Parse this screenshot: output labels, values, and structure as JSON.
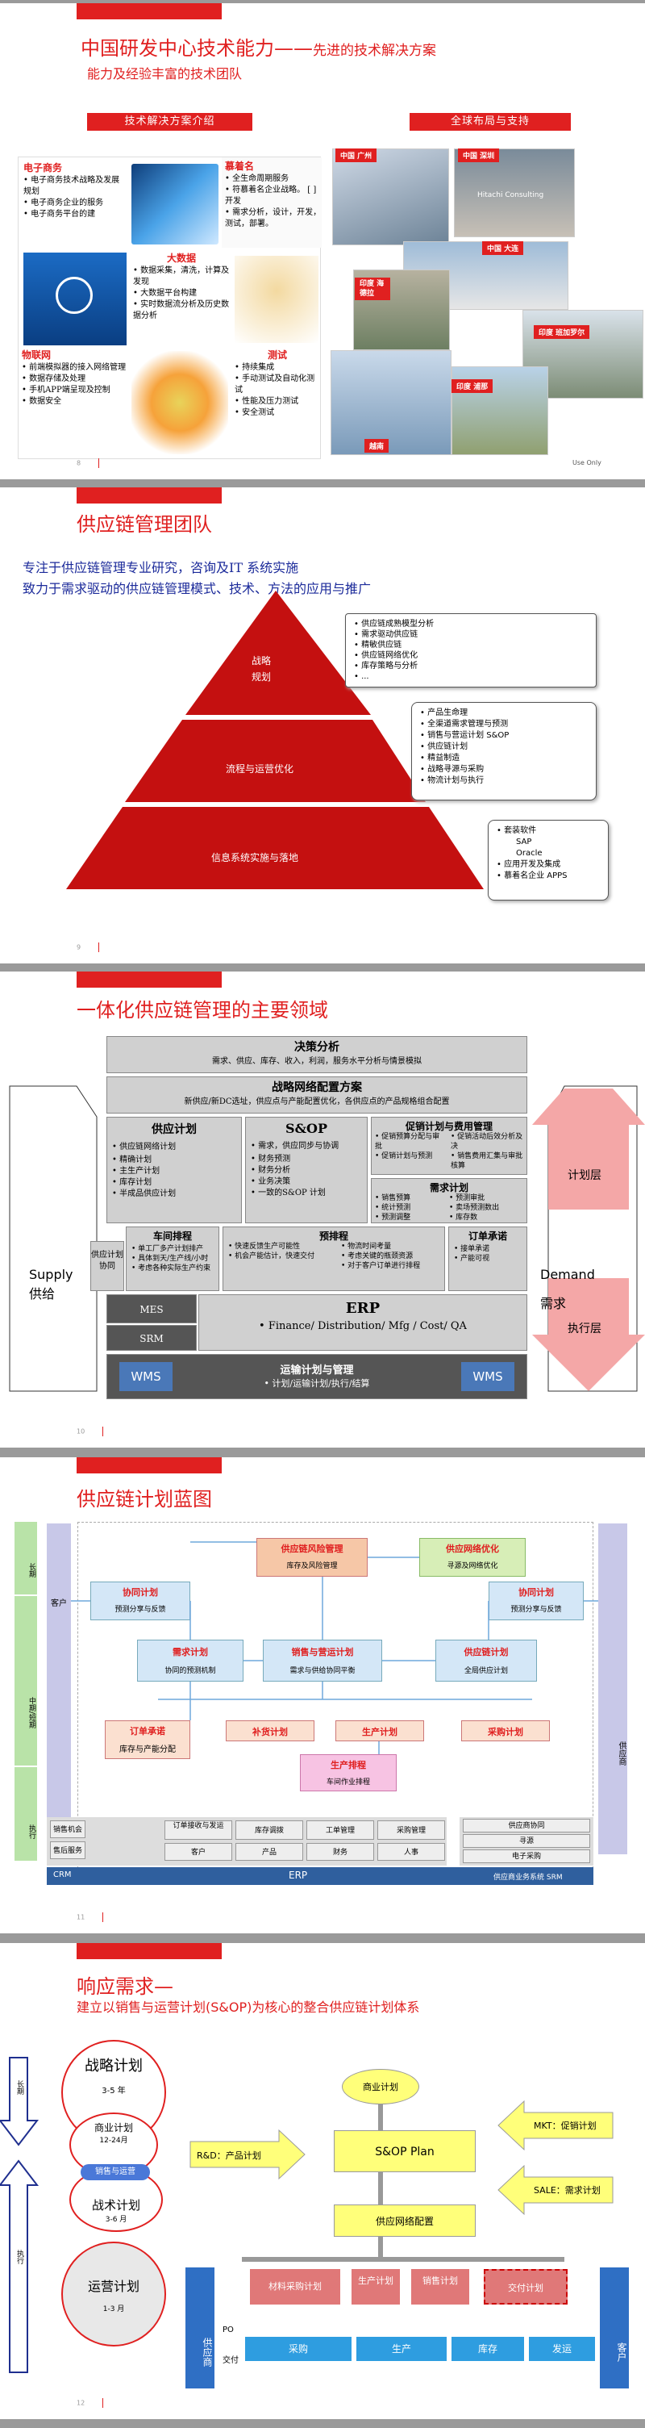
{
  "s1": {
    "title": "中国研发中心技术能力——",
    "title2": "先进的技术解决方案",
    "subtitle": "能力及经验丰富的技术团队",
    "left_header": "技术解决方案介绍",
    "right_header": "全球布局与支持",
    "cells": [
      {
        "h": "电子商务",
        "lines": [
          "• 电子商务技术战略及发展规划",
          "• 电子商务企业的服务",
          "• 电子商务平台的建"
        ]
      },
      {
        "h": "慕着名",
        "lines": [
          "• 全生命周期服务",
          "• 符慕着名企业战略。 [ ] 开发",
          "• 需求分析，设计，开发，测试，部署。"
        ]
      },
      {
        "h": "大数据",
        "lines": [
          "• 数据采集，清洗，计算及发现",
          "• 大数据平台构建",
          "• 实时数据流分析及历史数据分析"
        ]
      },
      {
        "h": "物联网",
        "lines": [
          "• 前端模拟器的接入网络管理",
          "• 数据存储及处理",
          "• 手机APP端呈现及控制",
          "• 数据安全"
        ]
      },
      {
        "h": "测试",
        "lines": [
          "• 持续集成",
          "• 手动测试及自动化测试",
          "• 性能及压力测试",
          "• 安全测试"
        ]
      }
    ],
    "photo_tags": [
      "中国 广州",
      "中国 深圳",
      "中国 大连",
      "印度 班加罗尔",
      "印度 浦那",
      "印度 海德拉",
      "越南"
    ],
    "sign_text": "Hitachi Consulting",
    "use_only": "Use Only",
    "page": "8"
  },
  "s2": {
    "title": "供应链管理团队",
    "intro1": "专注于供应链管理专业研究，咨询及IT 系统实施",
    "intro2": "致力于需求驱动的供应链管理模式、技术、方法的应用与推广",
    "levels": [
      "战略",
      "规划",
      "流程与运营优化",
      "信息系统实施与落地"
    ],
    "box1": [
      "• 供应链成熟模型分析",
      "• 需求驱动供应链",
      "• 精敏供应链",
      "• 供应链网络优化",
      "• 库存策略与分析",
      "• ..."
    ],
    "box2": [
      "• 产品生命理",
      "• 全渠道需求管理与预测",
      "• 销售与营运计划 S&OP",
      "• 供应链计划",
      "• 精益制造",
      "• 战略寻源与采购",
      "• 物流计划与执行"
    ],
    "box3": [
      "• 套装软件",
      "SAP",
      "Oracle",
      "• 应用开发及集成",
      "• 慕着名企业 APPS"
    ],
    "page": "9"
  },
  "s3": {
    "title": "一体化供应链管理的主要领域",
    "decision": {
      "h": "决策分析",
      "t": "需求、供应、库存、收入，利润，服务水平分析与情景模拟"
    },
    "network": {
      "h": "战略网络配置方案",
      "t": "新供应/新DC选址，供应点与产能配置优化，各供应点的产品规格组合配置"
    },
    "supply_plan": {
      "h": "供应计划",
      "lines": [
        "• 供应链网络计划",
        "• 精确计划",
        "• 主生产计划",
        "• 库存计划",
        "• 半成品供应计划"
      ]
    },
    "sop": {
      "h": "S&OP",
      "lines": [
        "• 需求，供应同步与协调",
        "• 财务预测",
        "• 财务分析",
        "• 业务决策",
        "• 一致的S&OP 计划"
      ]
    },
    "promo": {
      "h": "促销计划与费用管理",
      "lines": [
        "• 促销预算分配与审批",
        "• 促销计划与预测",
        "• 促销活动后效分析及决",
        "• 销售费用汇集与审批核算"
      ]
    },
    "demand": {
      "h": "需求计划",
      "lines": [
        "• 销售预算",
        "• 统计预测",
        "• 预测调整",
        "• 预测审批",
        "• 卖场预测数出",
        "• 库存数"
      ]
    },
    "supply_collab": "供应计划协同",
    "workshop": {
      "h": "车间排程",
      "lines": [
        "• 单工厂多产计划排产",
        "• 具体到天/生产线/小时",
        "• 考虑各种实际生产约束"
      ]
    },
    "schedule": {
      "h": "预排程",
      "lines": [
        "• 快速反馈生产可能性",
        "• 机会产能估计，快速交付",
        "• 考虑关键的瓶颈资源",
        "• 物流时间考量",
        "• 对于客户订单进行排程"
      ]
    },
    "order": {
      "h": "订单承诺",
      "lines": [
        "• 接单承诺",
        "• 产能可视"
      ]
    },
    "erp": {
      "h": "ERP",
      "t": "• Finance/ Distribution/ Mfg / Cost/ QA"
    },
    "mes": "MES",
    "srm": "SRM",
    "wms": "WMS",
    "transport": {
      "h": "运输计划与管理",
      "t": "• 计划/运输计划/执行/结算"
    },
    "supply_left": "Supply",
    "supply_cn": "供给",
    "demand_right": "Demand",
    "demand_cn": "需求",
    "plan_layer": "计划层",
    "exec_layer": "执行层",
    "page": "10"
  },
  "s4": {
    "title": "供应链计划蓝图",
    "left_labels": [
      "长期",
      "中期/短期",
      "执行"
    ],
    "customer": "客户",
    "supplier": "供应商",
    "nodes": [
      "供应链风险管理",
      "供应网络优化",
      "协同计划",
      "协同计划",
      "需求计划",
      "销售与营运计划",
      "供应链计划",
      "订单承诺",
      "补货计划",
      "生产计划",
      "采购计划",
      "生产排程"
    ],
    "node_subs": [
      "库存及风险管理",
      "寻源及网络优化",
      "预测分享与反馈",
      "预测分享与反馈",
      "协同的预测机制",
      "需求与供给协同平衡",
      "全局供应计划",
      "库存与产能分配",
      "",
      "",
      "",
      "车间作业排程"
    ],
    "bottom_left": [
      "销售机会",
      "售后服务"
    ],
    "bottom_row1": [
      "订单接收与发运",
      "库存调拨",
      "工单管理",
      "采购管理"
    ],
    "bottom_row2": [
      "客户",
      "产品",
      "财务",
      "人事"
    ],
    "right_bottom": [
      "供应商协同",
      "寻源",
      "电子采购"
    ],
    "crm": "CRM",
    "erp": "ERP",
    "srm": "供应商业务系统 SRM",
    "page": "11"
  },
  "s5": {
    "title": "响应需求—",
    "subtitle": "建立以销售与运营计划(S&OP)为核心的整合供应链计划体系",
    "vertical": [
      "长期",
      "执行"
    ],
    "circles": [
      {
        "t": "战略计划",
        "s": "3-5 年"
      },
      {
        "t": "商业计划",
        "s": "12-24月"
      },
      {
        "t": "销售与运营"
      },
      {
        "t": "战术计划",
        "s": "3-6 月"
      },
      {
        "t": "运营计划",
        "s": "1-3 月"
      }
    ],
    "business_plan": "商业计划",
    "rd": "R&D：产品计划",
    "sop_plan": "S&OP Plan",
    "mkt": "MKT：促销计划",
    "sale": "SALE：需求计划",
    "network": "供应网络配置",
    "plans": [
      "材料采购计划",
      "生产计划",
      "销售计划",
      "交付计划"
    ],
    "flows": [
      "采购",
      "生产",
      "库存",
      "发运"
    ],
    "supplier": "供应商",
    "customer": "客户",
    "po": "PO",
    "deliver": "交付",
    "page": "12"
  }
}
